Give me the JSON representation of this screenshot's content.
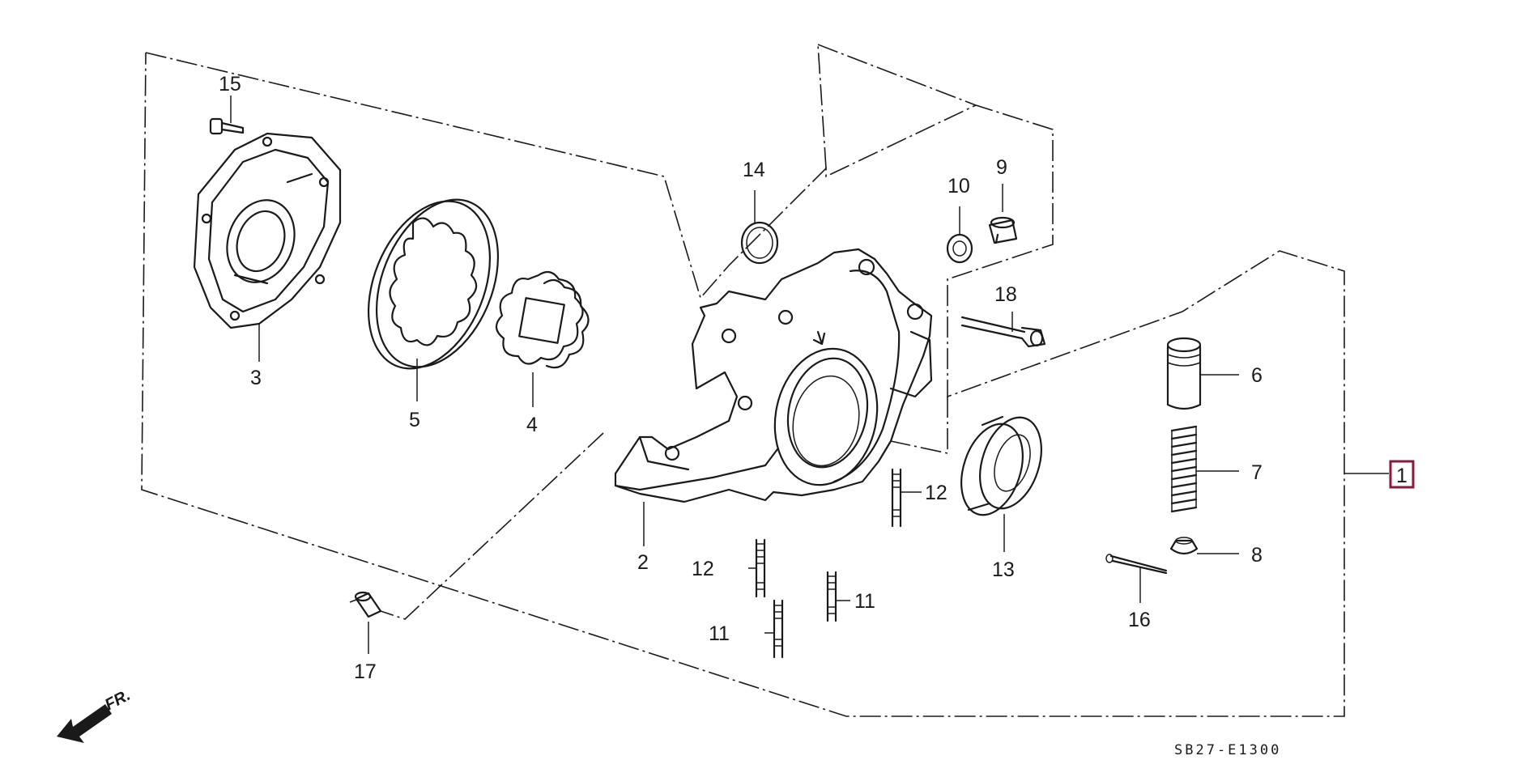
{
  "callouts": {
    "c1": "1",
    "c2": "2",
    "c3": "3",
    "c4": "4",
    "c5": "5",
    "c6": "6",
    "c7": "7",
    "c8": "8",
    "c9": "9",
    "c10": "10",
    "c11a": "11",
    "c11b": "11",
    "c12a": "12",
    "c12b": "12",
    "c13": "13",
    "c14": "14",
    "c15": "15",
    "c16": "16",
    "c17": "17",
    "c18": "18"
  },
  "front_label": "FR.",
  "diagram_code": "SB27-E1300",
  "colors": {
    "line": "#1a1a1a",
    "highlight_box": "#8b1a3a",
    "background": "#ffffff"
  }
}
